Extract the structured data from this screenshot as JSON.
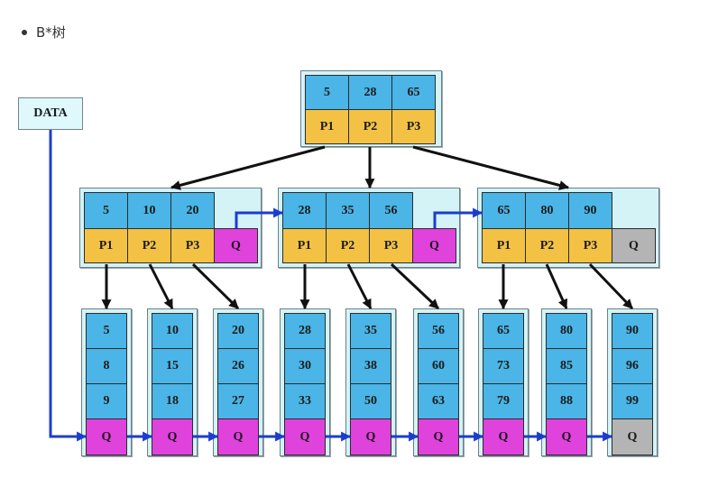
{
  "bullet": {
    "text": "B*树"
  },
  "data_box": {
    "label": "DATA"
  },
  "root": {
    "keys": [
      "5",
      "28",
      "65"
    ],
    "pointers": [
      "P1",
      "P2",
      "P3"
    ]
  },
  "internal_nodes": [
    {
      "keys": [
        "5",
        "10",
        "20"
      ],
      "pointers": [
        "P1",
        "P2",
        "P3"
      ],
      "sibling_pointer": "Q",
      "q_color": "#e042dc"
    },
    {
      "keys": [
        "28",
        "35",
        "56"
      ],
      "pointers": [
        "P1",
        "P2",
        "P3"
      ],
      "sibling_pointer": "Q",
      "q_color": "#e042dc"
    },
    {
      "keys": [
        "65",
        "80",
        "90"
      ],
      "pointers": [
        "P1",
        "P2",
        "P3"
      ],
      "sibling_pointer": "Q",
      "q_color": "#b4b4b4"
    }
  ],
  "leaves": [
    {
      "keys": [
        "5",
        "8",
        "9"
      ],
      "sibling_pointer": "Q",
      "q_color": "#e042dc"
    },
    {
      "keys": [
        "10",
        "15",
        "18"
      ],
      "sibling_pointer": "Q",
      "q_color": "#e042dc"
    },
    {
      "keys": [
        "20",
        "26",
        "27"
      ],
      "sibling_pointer": "Q",
      "q_color": "#e042dc"
    },
    {
      "keys": [
        "28",
        "30",
        "33"
      ],
      "sibling_pointer": "Q",
      "q_color": "#e042dc"
    },
    {
      "keys": [
        "35",
        "38",
        "50"
      ],
      "sibling_pointer": "Q",
      "q_color": "#e042dc"
    },
    {
      "keys": [
        "56",
        "60",
        "63"
      ],
      "sibling_pointer": "Q",
      "q_color": "#e042dc"
    },
    {
      "keys": [
        "65",
        "73",
        "79"
      ],
      "sibling_pointer": "Q",
      "q_color": "#e042dc"
    },
    {
      "keys": [
        "80",
        "85",
        "88"
      ],
      "sibling_pointer": "Q",
      "q_color": "#e042dc"
    },
    {
      "keys": [
        "90",
        "96",
        "99"
      ],
      "sibling_pointer": "Q",
      "q_color": "#b4b4b4"
    }
  ],
  "colors": {
    "key_cell": "#4ab5e6",
    "pointer_cell": "#f3c245",
    "node_background": "#d3f3f7",
    "tree_arrow": "#111111",
    "sibling_arrow": "#1b3dcf"
  }
}
